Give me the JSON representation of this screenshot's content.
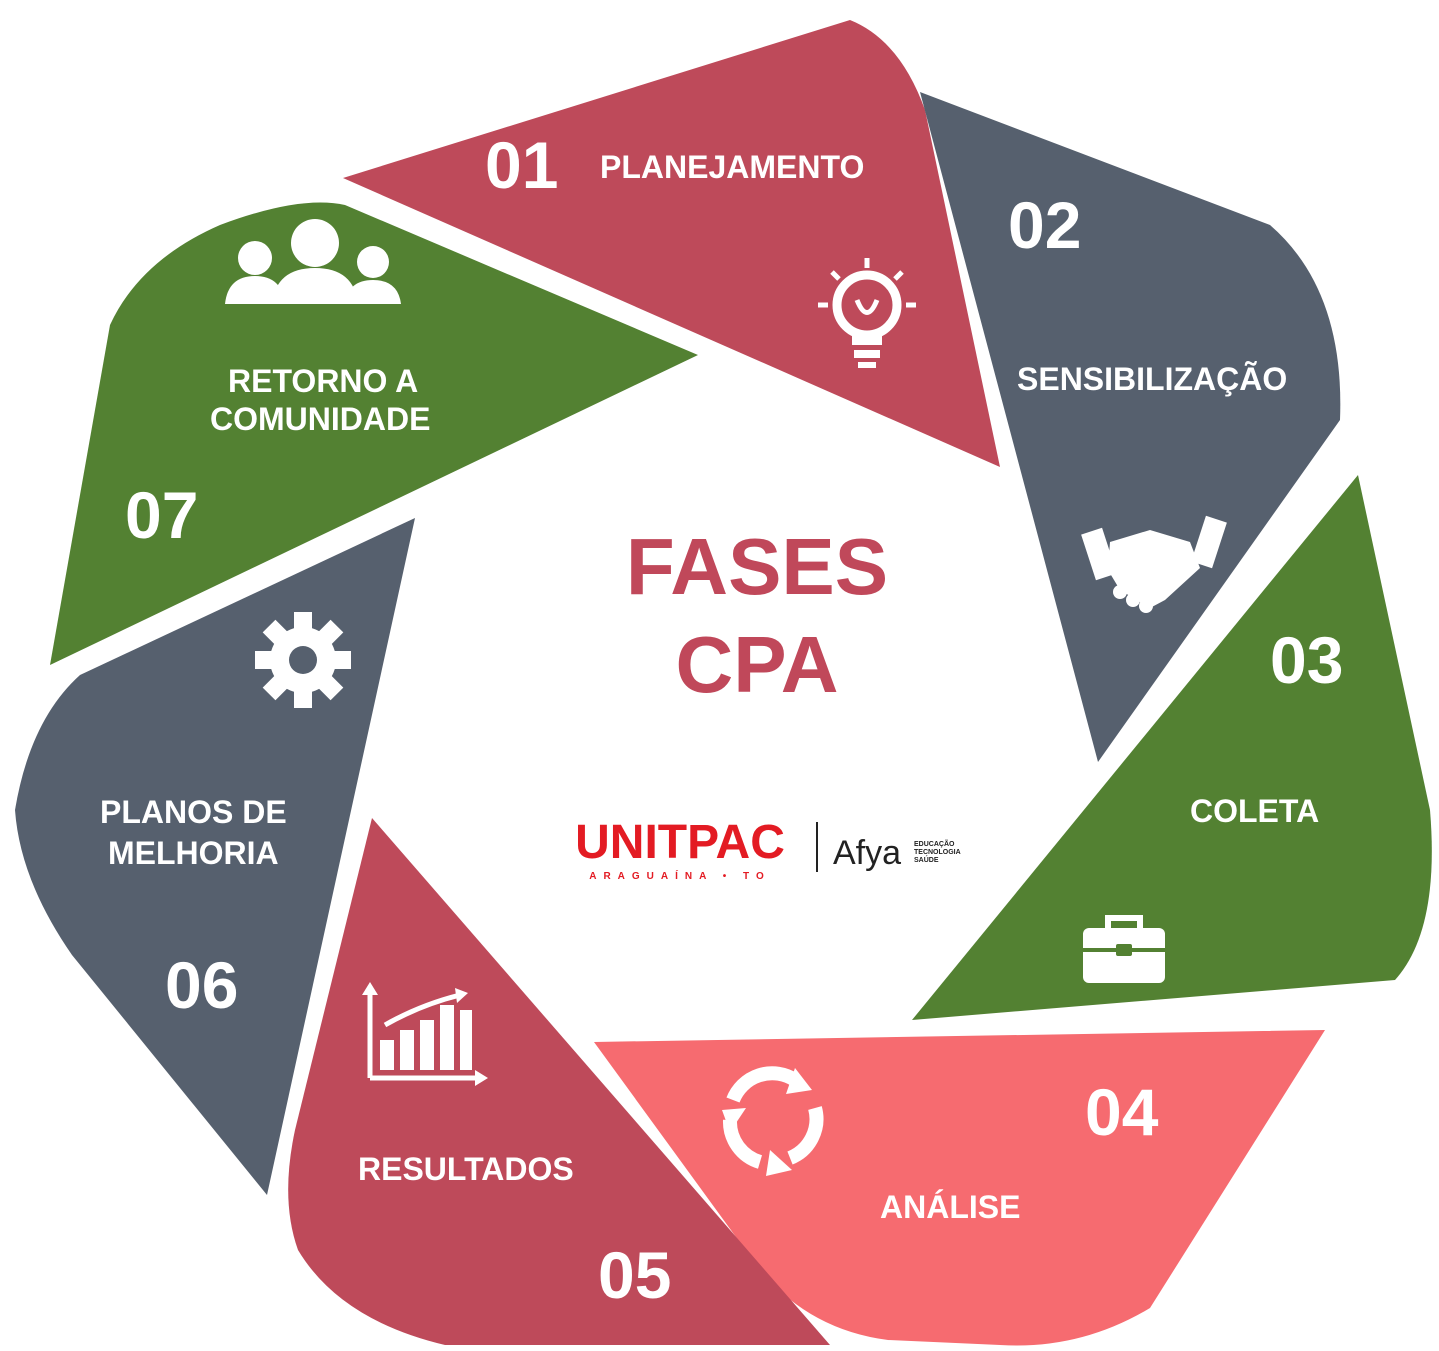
{
  "center": {
    "title_line1": "FASES",
    "title_line2": "CPA",
    "title_color": "#c0485a"
  },
  "logo": {
    "brand": "UNITPAC",
    "brand_sub": "ARAGUAÍNA • TO",
    "brand_color": "#e31b23",
    "partner": "Afya",
    "partner_tagline": [
      "EDUCAÇÃO",
      "TECNOLOGIA",
      "SAÚDE"
    ]
  },
  "colors": {
    "red": "#be4a5a",
    "slate": "#56606e",
    "green": "#538132",
    "coral": "#f66b70"
  },
  "phases": [
    {
      "number": "01",
      "label": [
        "PLANEJAMENTO"
      ],
      "icon": "lightbulb-icon",
      "color": "red"
    },
    {
      "number": "02",
      "label": [
        "SENSIBILIZAÇÃO"
      ],
      "icon": "handshake-icon",
      "color": "slate"
    },
    {
      "number": "03",
      "label": [
        "COLETA"
      ],
      "icon": "briefcase-icon",
      "color": "green"
    },
    {
      "number": "04",
      "label": [
        "ANÁLISE"
      ],
      "icon": "cycle-arrows-icon",
      "color": "coral"
    },
    {
      "number": "05",
      "label": [
        "RESULTADOS"
      ],
      "icon": "bar-chart-icon",
      "color": "red"
    },
    {
      "number": "06",
      "label": [
        "PLANOS DE",
        "MELHORIA"
      ],
      "icon": "gear-icon",
      "color": "slate"
    },
    {
      "number": "07",
      "label": [
        "RETORNO A",
        "COMUNIDADE"
      ],
      "icon": "people-icon",
      "color": "green"
    }
  ]
}
